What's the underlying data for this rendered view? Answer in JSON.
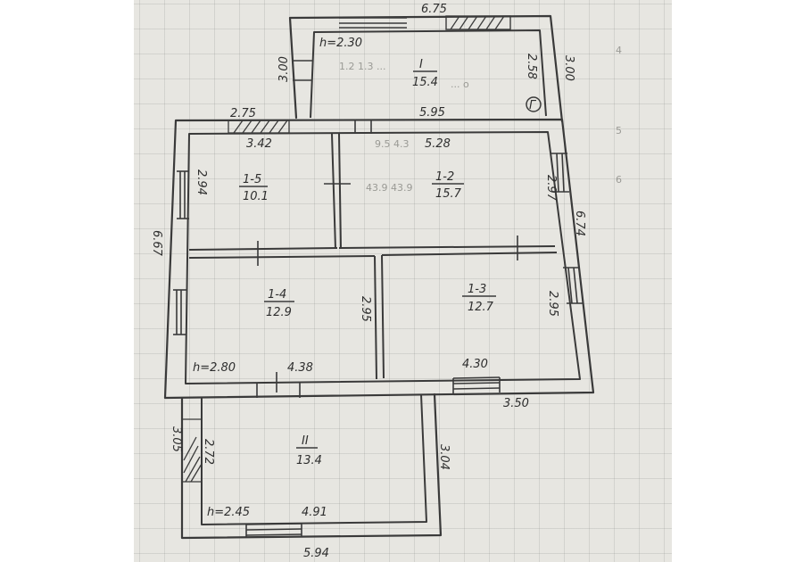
{
  "plan": {
    "rooms": [
      {
        "id": "I",
        "area": "15.4",
        "height": "h=2.30"
      },
      {
        "id": "1-5",
        "area": "10.1"
      },
      {
        "id": "1-2",
        "area": "15.7"
      },
      {
        "id": "1-4",
        "area": "12.9",
        "height": "h=2.80"
      },
      {
        "id": "1-3",
        "area": "12.7"
      },
      {
        "id": "II",
        "area": "13.4",
        "height": "h=2.45"
      }
    ],
    "dimensions": {
      "top_outer": "6.75",
      "annex_left": "3.00",
      "annex_right_inner": "2.58",
      "annex_right_outer": "3.00",
      "annex_bottom_left": "2.75",
      "annex_bottom_right": "5.95",
      "room15_width": "3.42",
      "room12_width": "5.28",
      "room15_height": "2.94",
      "room12_height": "2.97",
      "right_outer": "6.74",
      "left_outer": "6.67",
      "room14_height": "2.95",
      "room13_height": "2.95",
      "room14_width": "4.38",
      "room13_width": "4.30",
      "bottom_right": "3.50",
      "porch_outer_left": "3.05",
      "porch_inner_left": "2.72",
      "porch_right": "3.04",
      "porch_inner_bottom": "4.91",
      "porch_outer_bottom": "5.94"
    },
    "marker": "Г"
  }
}
